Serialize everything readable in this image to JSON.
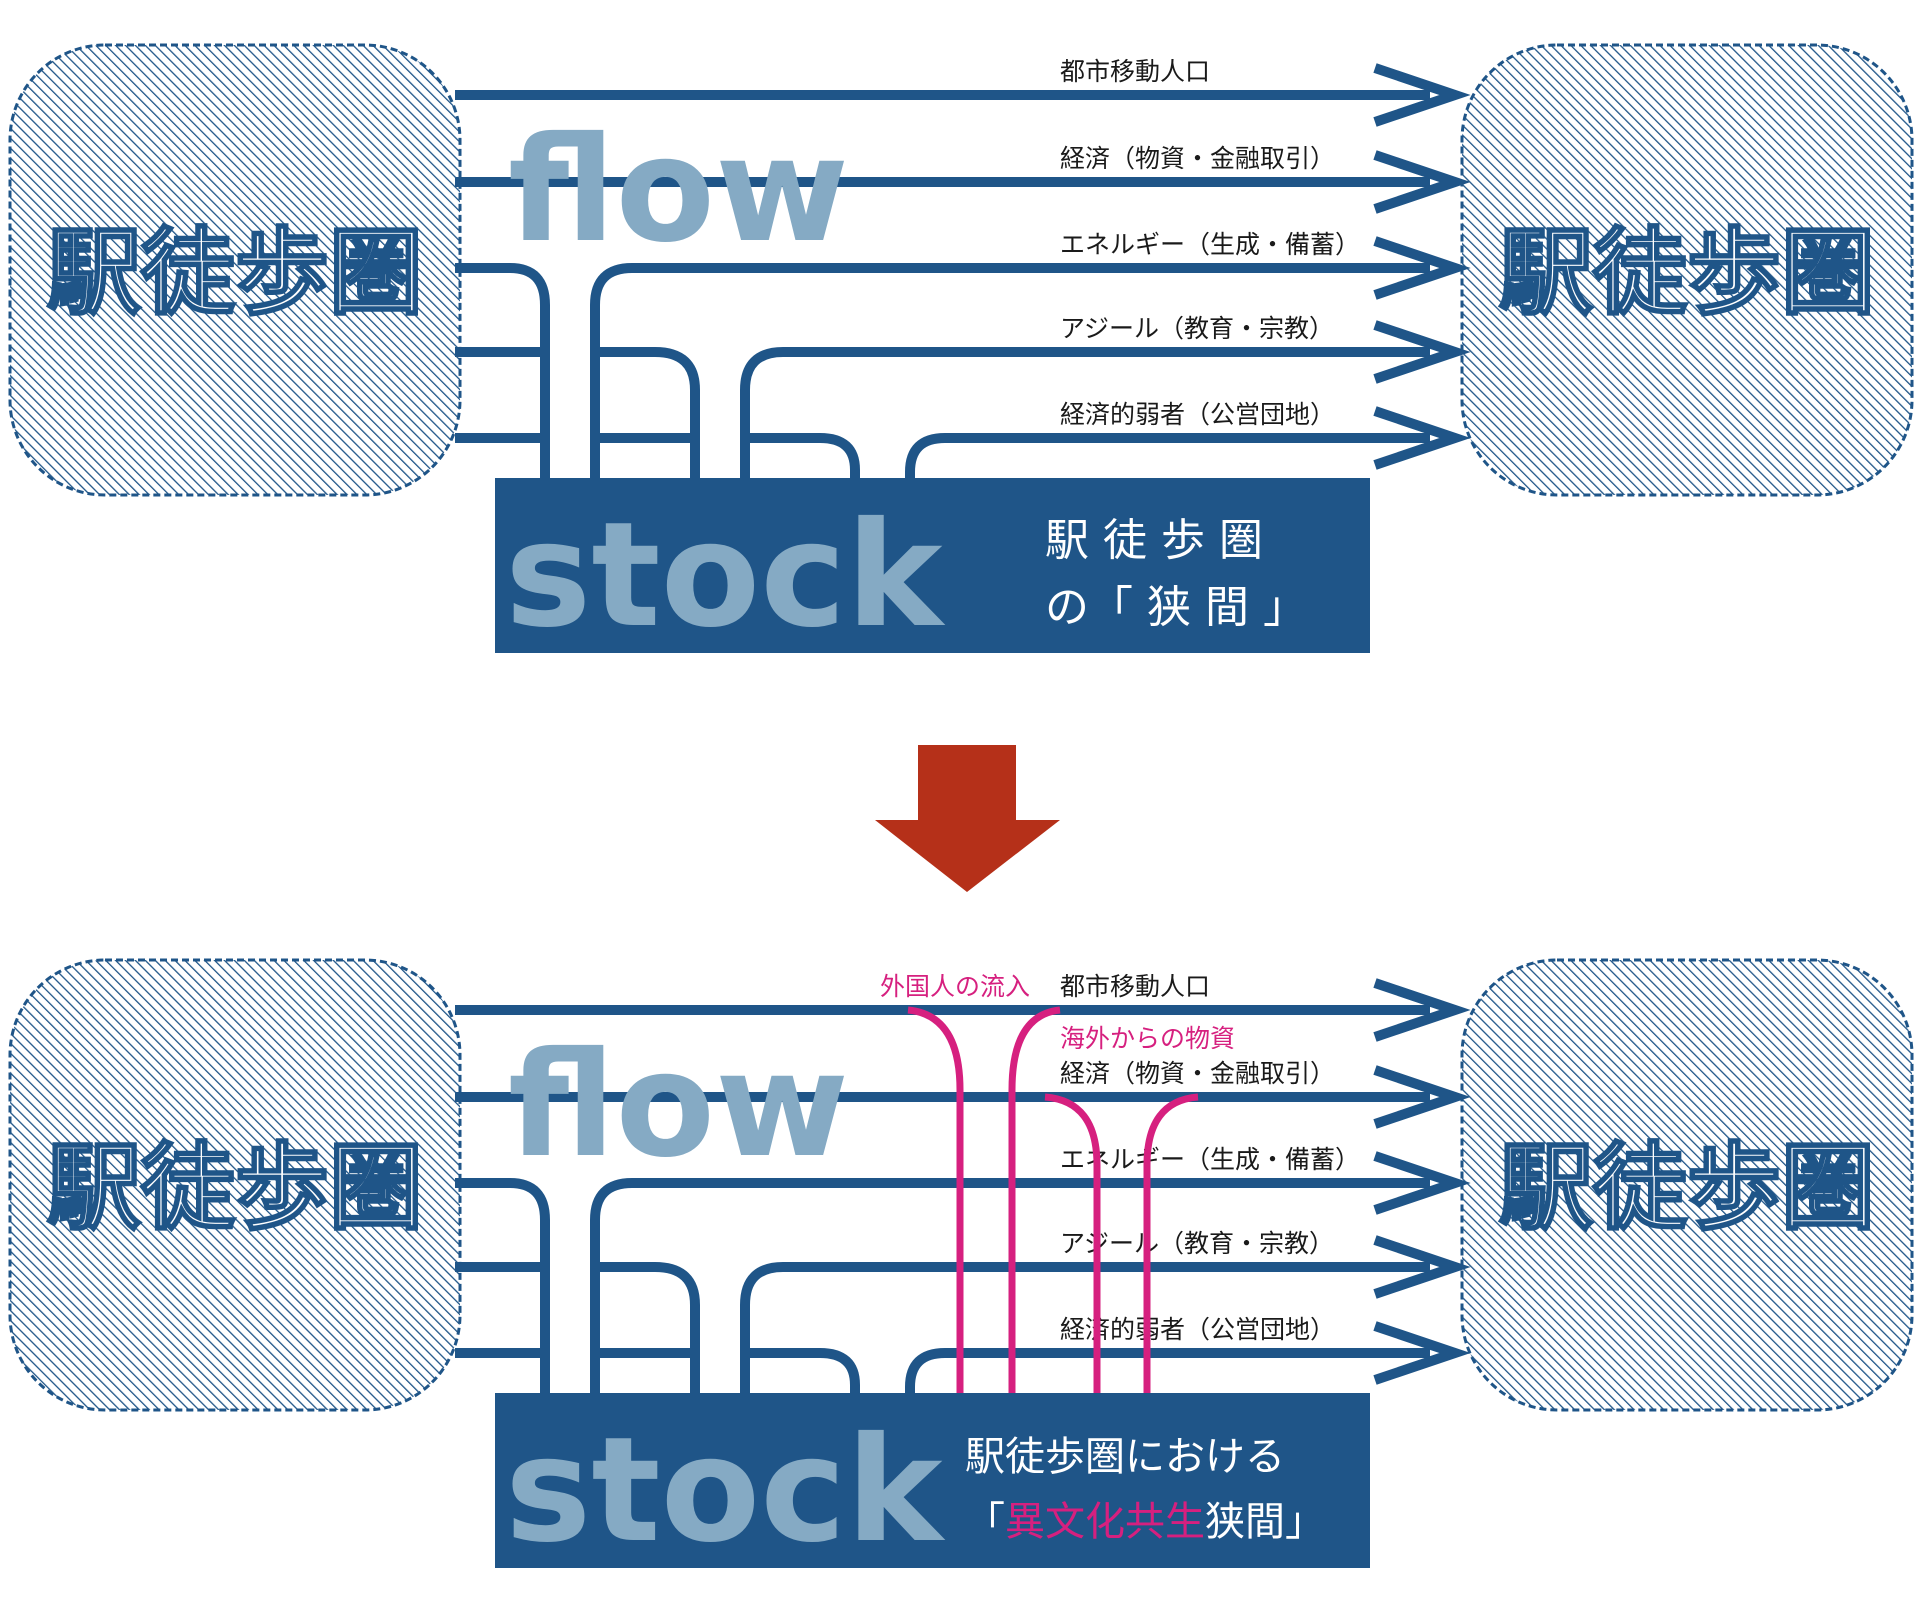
{
  "colors": {
    "navy": "#1f5588",
    "light_blue": "#85aac4",
    "magenta": "#d6207f",
    "arrow_red": "#b53019",
    "white": "#ffffff",
    "label_text": "#1a1a1a"
  },
  "icons": {
    "down_arrow": "down-arrow-icon",
    "flow_arrowhead": "chevron-right-icon"
  },
  "region_label": "駅徒歩圏",
  "flow_word": "flow",
  "stock_word": "stock",
  "flow_labels": [
    "都市移動人口",
    "経済（物資・金融取引）",
    "エネルギー（生成・備蓄）",
    "アジール（教育・宗教）",
    "経済的弱者（公営団地）"
  ],
  "top": {
    "stock_caption_line1": "駅 徒 歩 圏",
    "stock_caption_line2": "の「 狭 間 」"
  },
  "bottom": {
    "stock_caption_line1": "駅徒歩圏における",
    "stock_caption_open": "「",
    "stock_caption_highlight": "異文化共生",
    "stock_caption_rest": "狭間」",
    "magenta_label_1": "外国人の流入",
    "magenta_label_2": "海外からの物資"
  }
}
